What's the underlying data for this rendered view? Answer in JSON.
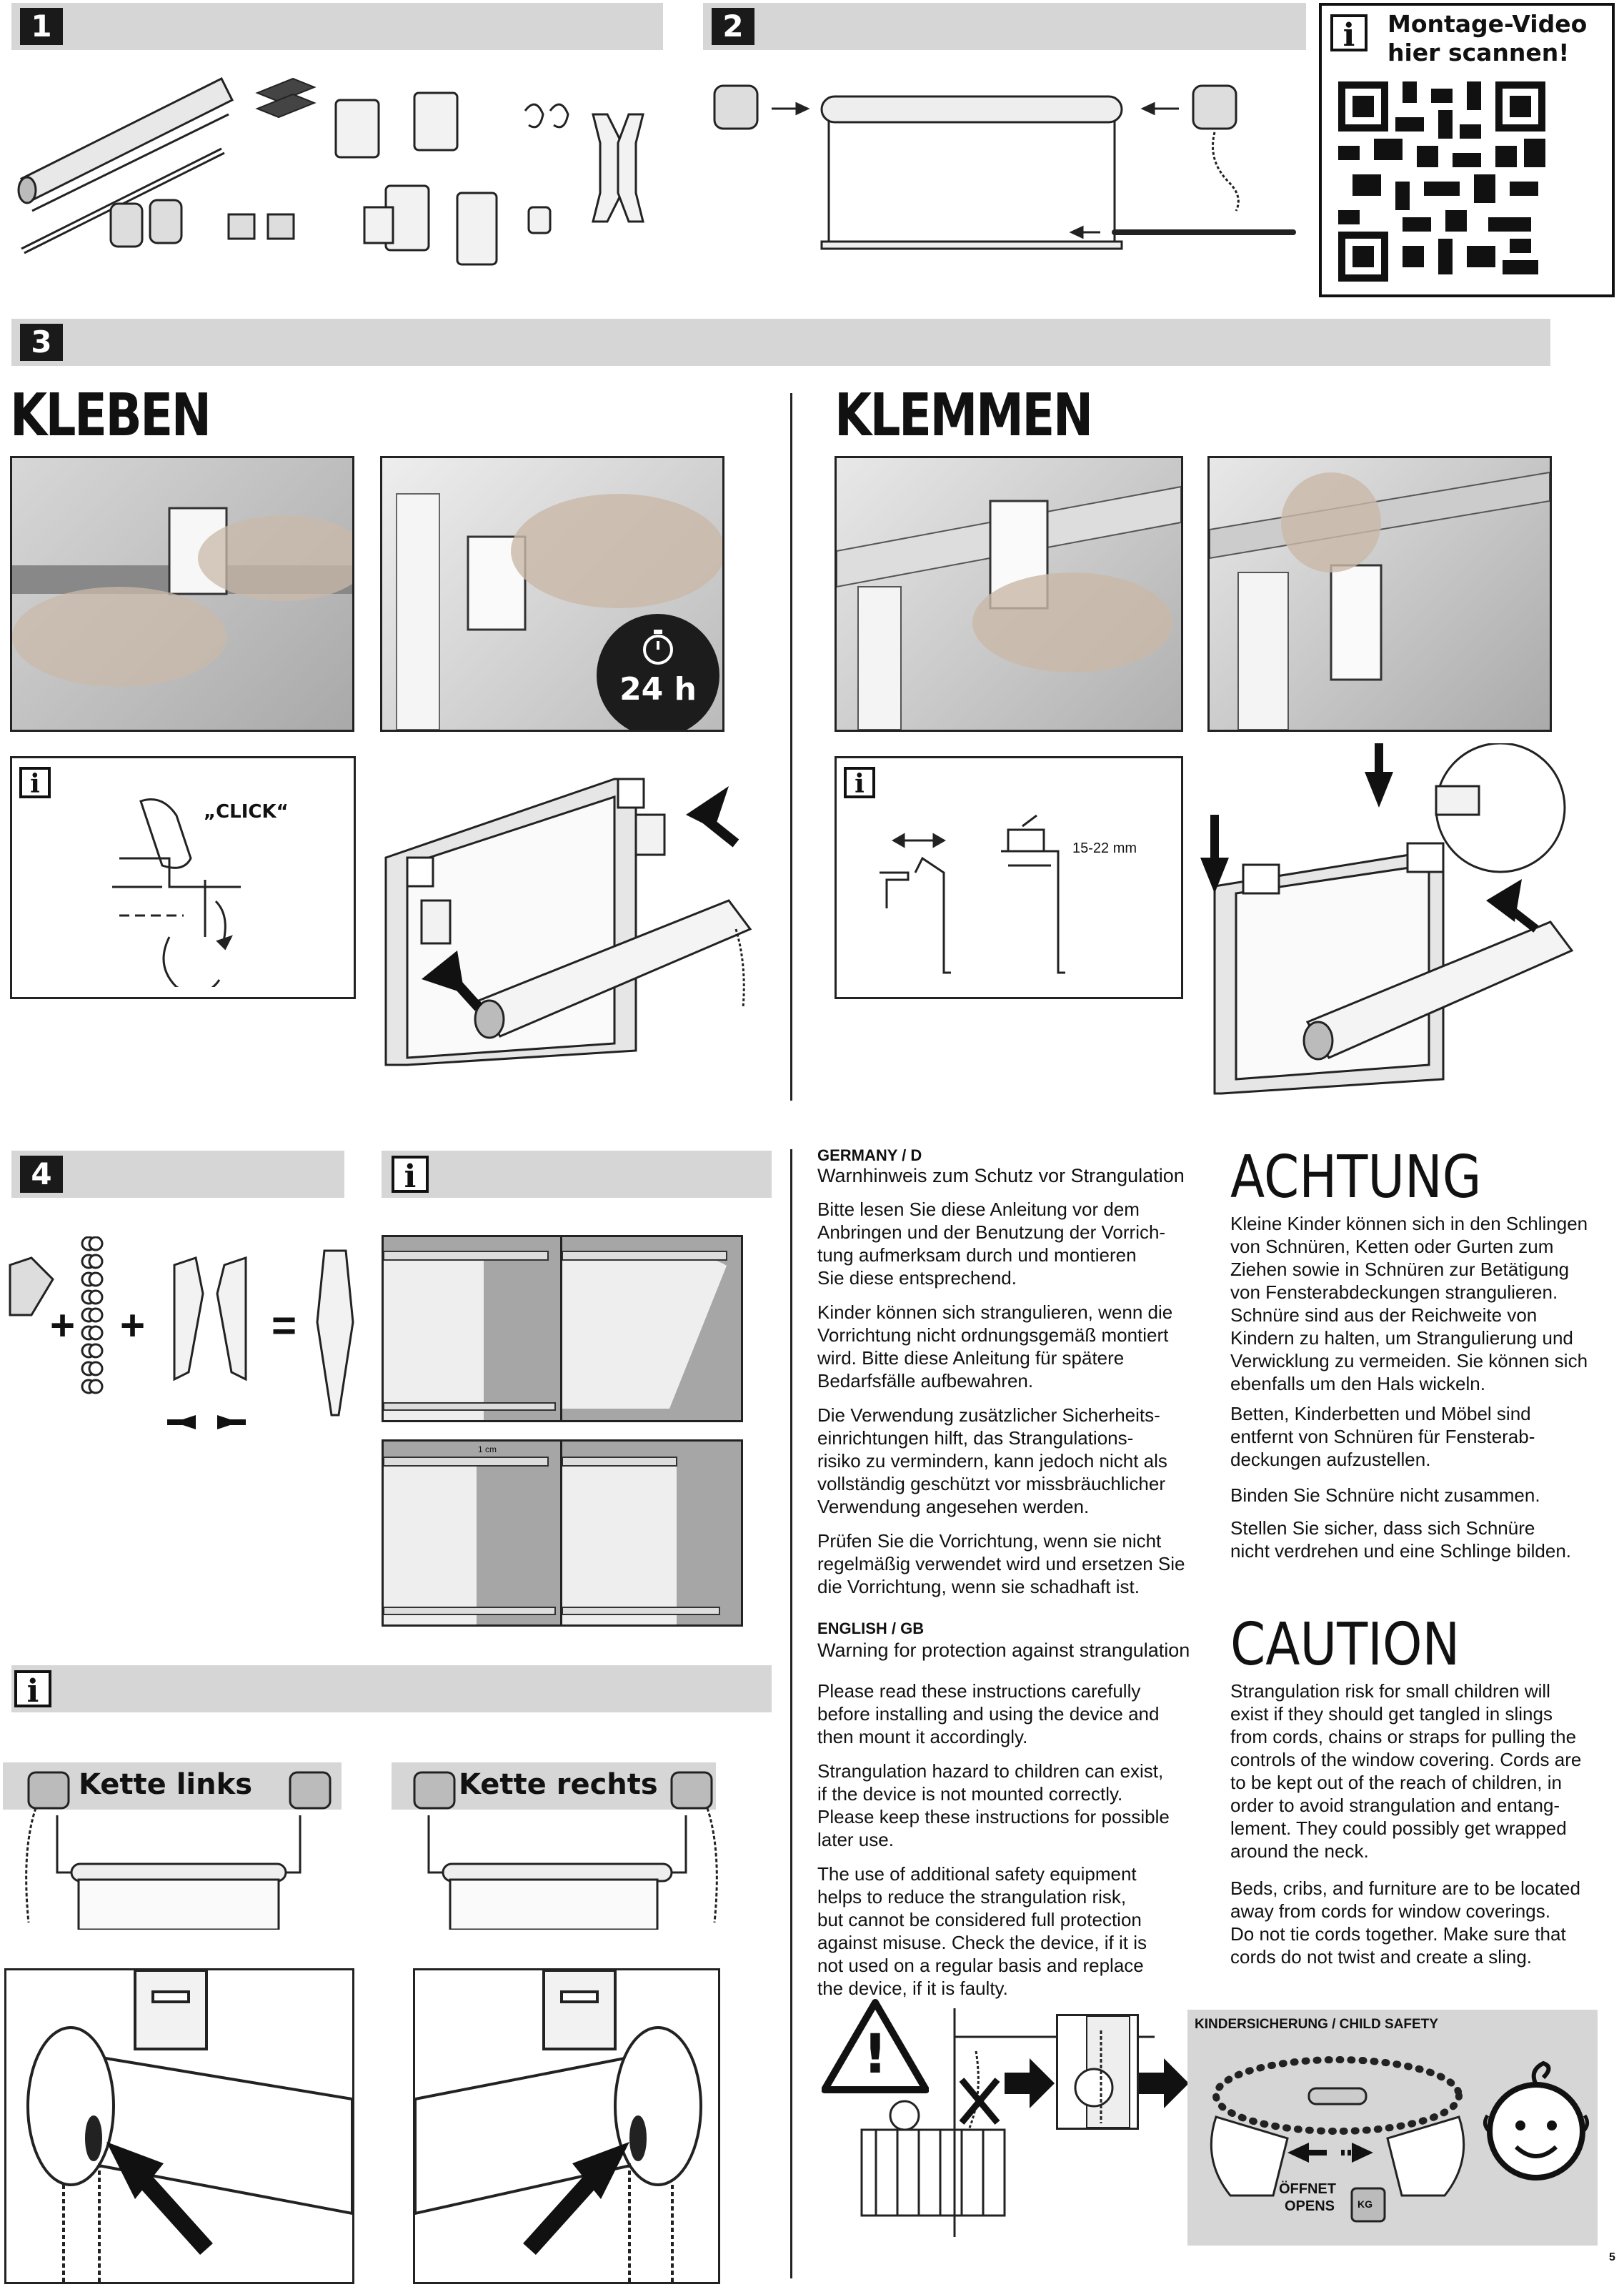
{
  "steps": {
    "s1": "1",
    "s2": "2",
    "s3": "3",
    "s4": "4"
  },
  "info_glyph": "i",
  "qr": {
    "text_line1": "Montage-Video",
    "text_line2": "hier scannen!"
  },
  "section3": {
    "left_title": "KLEBEN",
    "right_title": "KLEMMEN",
    "timer_label": "24 h",
    "click_label": "„CLICK“",
    "gap_label": "15-22 mm"
  },
  "section4": {
    "plus": "+",
    "equals": "=",
    "measure_label": "1 cm"
  },
  "chain_side": {
    "left": "Kette links",
    "right": "Kette rechts"
  },
  "warning_de": {
    "country": "GERMANY / D",
    "subtitle": "Warnhinweis zum Schutz vor Strangulation",
    "p1": "Bitte lesen Sie diese Anleitung vor dem\nAnbringen und der Benutzung der Vorrich-\ntung aufmerksam durch und montieren\nSie diese entsprechend.",
    "p2": "Kinder können sich strangulieren, wenn die\nVorrichtung nicht ordnungsgemäß montiert\nwird. Bitte diese Anleitung für spätere\nBedarfsfälle aufbewahren.",
    "p3": "Die Verwendung zusätzlicher Sicherheits-\neinrichtungen hilft, das Strangulations-\nrisiko zu vermindern, kann jedoch nicht als\nvollständig geschützt vor missbräuchlicher\nVerwendung angesehen werden.",
    "p4": "Prüfen Sie die Vorrichtung, wenn sie nicht\nregelmäßig verwendet wird und ersetzen Sie\ndie Vorrichtung, wenn sie schadhaft ist."
  },
  "warning_en": {
    "country": "ENGLISH / GB",
    "subtitle": "Warning for protection against strangulation",
    "p1": "Please read these instructions carefully\nbefore installing and using the device and\nthen mount it accordingly.",
    "p2": "Strangulation hazard to children can exist,\nif the device is not mounted correctly.\nPlease keep these instructions for possible\nlater use.",
    "p3": "The use of additional safety equipment\nhelps to reduce the strangulation risk,\nbut cannot be considered full protection\nagainst misuse. Check the device, if it is\nnot used on a regular basis and replace\nthe device, if it is faulty."
  },
  "achtung": {
    "title": "ACHTUNG",
    "p1": "Kleine Kinder können sich in den Schlingen\nvon Schnüren, Ketten oder Gurten zum\nZiehen sowie in Schnüren zur Betätigung\nvon Fensterabdeckungen strangulieren.\nSchnüre sind aus der Reichweite von\nKindern zu halten, um Strangulierung und\nVerwicklung zu vermeiden. Sie können sich\nebenfalls um den Hals wickeln.",
    "p2": "Betten, Kinderbetten und Möbel sind\nentfernt von Schnüren für Fensterab-\ndeckungen aufzustellen.",
    "p3": "Binden Sie Schnüre nicht zusammen.",
    "p4": "Stellen Sie sicher, dass sich Schnüre\nnicht verdrehen und eine Schlinge bilden."
  },
  "caution": {
    "title": "CAUTION",
    "p1": "Strangulation risk for small children will\nexist if they should get tangled in slings\nfrom cords, chains or straps for pulling the\ncontrols of the window covering. Cords are\nto be kept out of the reach of children, in\norder to avoid strangulation and entang-\nlement. They could possibly get wrapped\naround the neck.",
    "p2": "Beds, cribs, and furniture are to be located\naway from cords for window coverings.\nDo not tie cords together. Make sure that\ncords do not twist and create a sling."
  },
  "child_safety": {
    "title": "KINDERSICHERUNG / CHILD SAFETY",
    "opens_de": "ÖFFNET",
    "opens_en": "OPENS",
    "weight": "KG"
  },
  "warning_mark": "!",
  "page_number": "5"
}
